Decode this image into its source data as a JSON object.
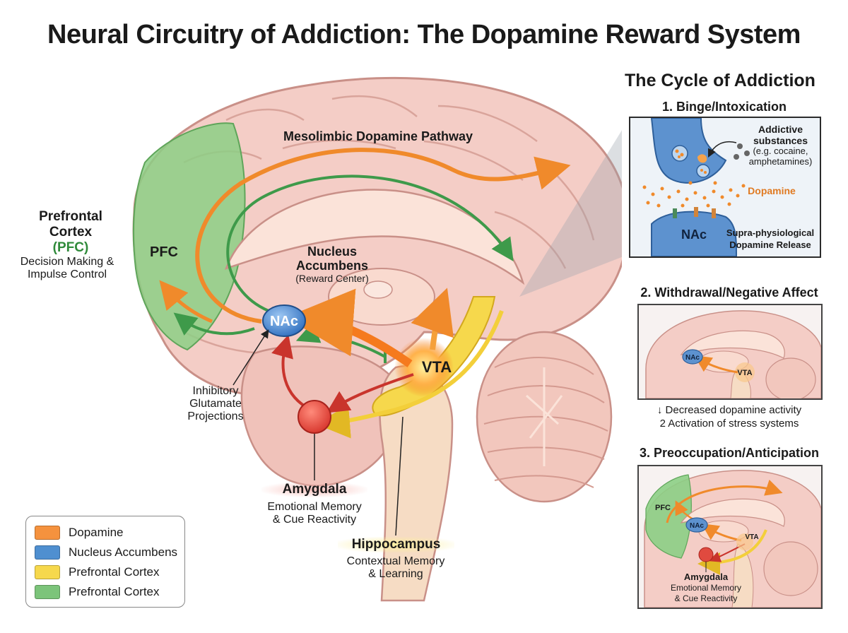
{
  "title": "Neural Circuitry of Addiction: The Dopamine Reward System",
  "brain": {
    "pathway_label": "Mesolimbic Dopamine Pathway",
    "pfc_inner": "PFC",
    "pfc_title_1": "Prefrontal",
    "pfc_title_2": "Cortex",
    "pfc_abbr": "(PFC)",
    "pfc_desc_1": "Decision Making &",
    "pfc_desc_2": "Impulse Control",
    "nac_title_1": "Nucleus",
    "nac_title_2": "Accumbens",
    "nac_sub": "(Reward Center)",
    "nac_node": "NAc",
    "vta_node": "VTA",
    "inhib_1": "Inhibitory",
    "inhib_2": "Glutamate",
    "inhib_3": "Projections",
    "amy_title": "Amygdala",
    "amy_desc_1": "Emotional Memory",
    "amy_desc_2": "& Cue Reactivity",
    "hip_title": "Hippocampus",
    "hip_desc_1": "Contextual Memory",
    "hip_desc_2": "& Learning"
  },
  "cycle": {
    "title": "The Cycle of Addiction",
    "stage1": {
      "title": "1. Binge/Intoxication",
      "subst_1": "Addictive",
      "subst_2": "substances",
      "subst_3": "(e.g. cocaine,",
      "subst_4": "amphetamines)",
      "dopamine": "Dopamine",
      "nac": "NAc",
      "release_1": "Supra-physiological",
      "release_2": "Dopamine Release"
    },
    "stage2": {
      "title": "2. Withdrawal/Negative Affect",
      "nac": "NAc",
      "vta": "VTA",
      "effect_1": "↓ Decreased dopamine activity",
      "effect_2": "2 Activation of stress systems"
    },
    "stage3": {
      "title": "3. Preoccupation/Anticipation",
      "pfc": "PFC",
      "nac": "NAc",
      "vta": "VTA",
      "amy_title": "Amygdala",
      "amy_desc_1": "Emotional Memory",
      "amy_desc_2": "& Cue Reactivity"
    }
  },
  "legend": [
    {
      "label": "Dopamine",
      "color": "#f5923e"
    },
    {
      "label": "Nucleus Accumbens",
      "color": "#4f8fd0"
    },
    {
      "label": "Prefrontal Cortex",
      "color": "#f6d84c"
    },
    {
      "label": "Prefrontal Cortex",
      "color": "#7cc47a"
    }
  ],
  "colors": {
    "dopamine": "#f5892c",
    "glutamate": "#3e9a4a",
    "hippocampus": "#f3d23a",
    "amygdala": "#e04a3f",
    "nac": "#3f7fc8",
    "brain": "#f2c9c2"
  }
}
